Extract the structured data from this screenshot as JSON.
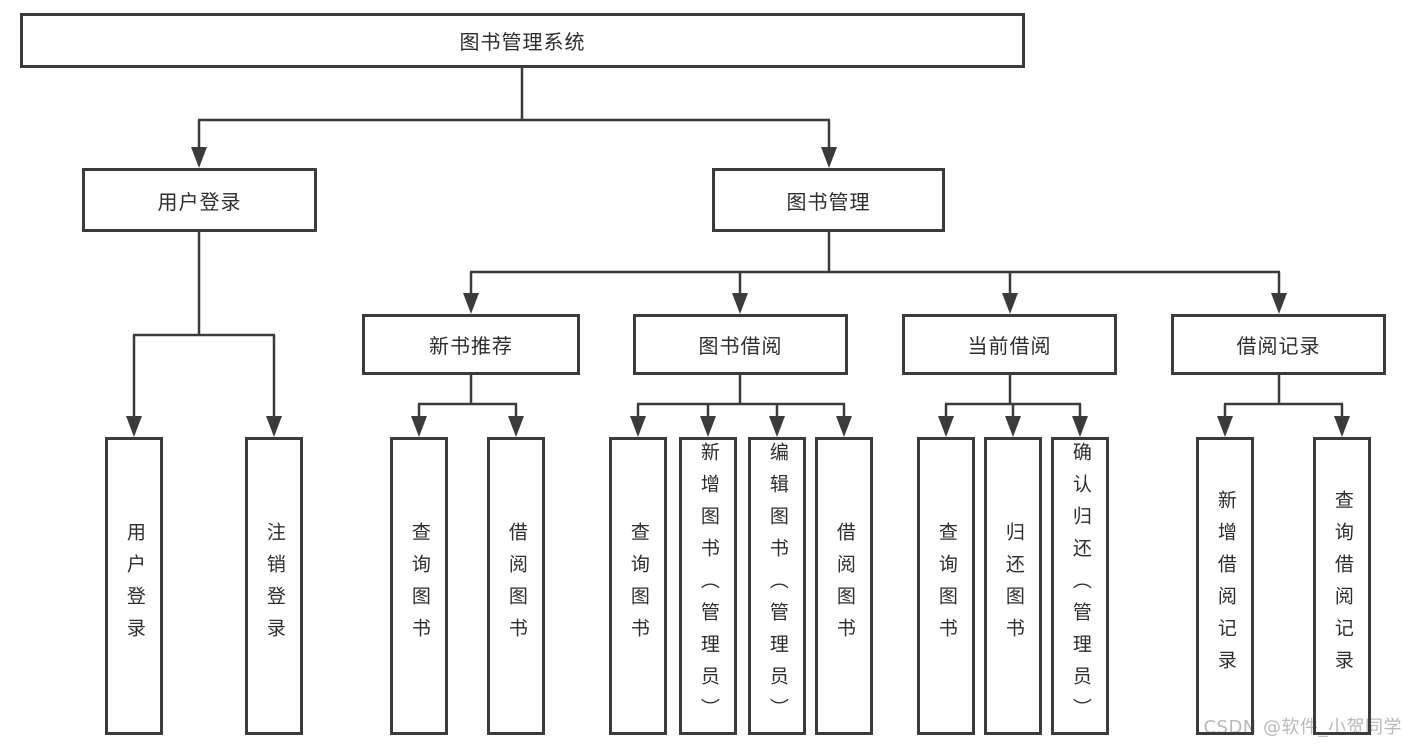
{
  "diagram": {
    "title": "图书管理系统",
    "branches": [
      {
        "label": "用户登录",
        "children": [
          {
            "label": "用户登录"
          },
          {
            "label": "注销登录"
          }
        ]
      },
      {
        "label": "图书管理",
        "children": [
          {
            "label": "新书推荐",
            "children": [
              {
                "label": "查询图书"
              },
              {
                "label": "借阅图书"
              }
            ]
          },
          {
            "label": "图书借阅",
            "children": [
              {
                "label": "查询图书"
              },
              {
                "label": "新增图书（管理员）"
              },
              {
                "label": "编辑图书（管理员）"
              },
              {
                "label": "借阅图书"
              }
            ]
          },
          {
            "label": "当前借阅",
            "children": [
              {
                "label": "查询图书"
              },
              {
                "label": "归还图书"
              },
              {
                "label": "确认归还（管理员）"
              }
            ]
          },
          {
            "label": "借阅记录",
            "children": [
              {
                "label": "新增借阅记录"
              },
              {
                "label": "查询借阅记录"
              }
            ]
          }
        ]
      }
    ]
  },
  "watermark": {
    "text": "CSDN @软件_小贺同学"
  },
  "colors": {
    "line": "#3b3b3b",
    "text": "#2d2d2d",
    "watermark": "#b9b9b9",
    "background": "#ffffff"
  }
}
